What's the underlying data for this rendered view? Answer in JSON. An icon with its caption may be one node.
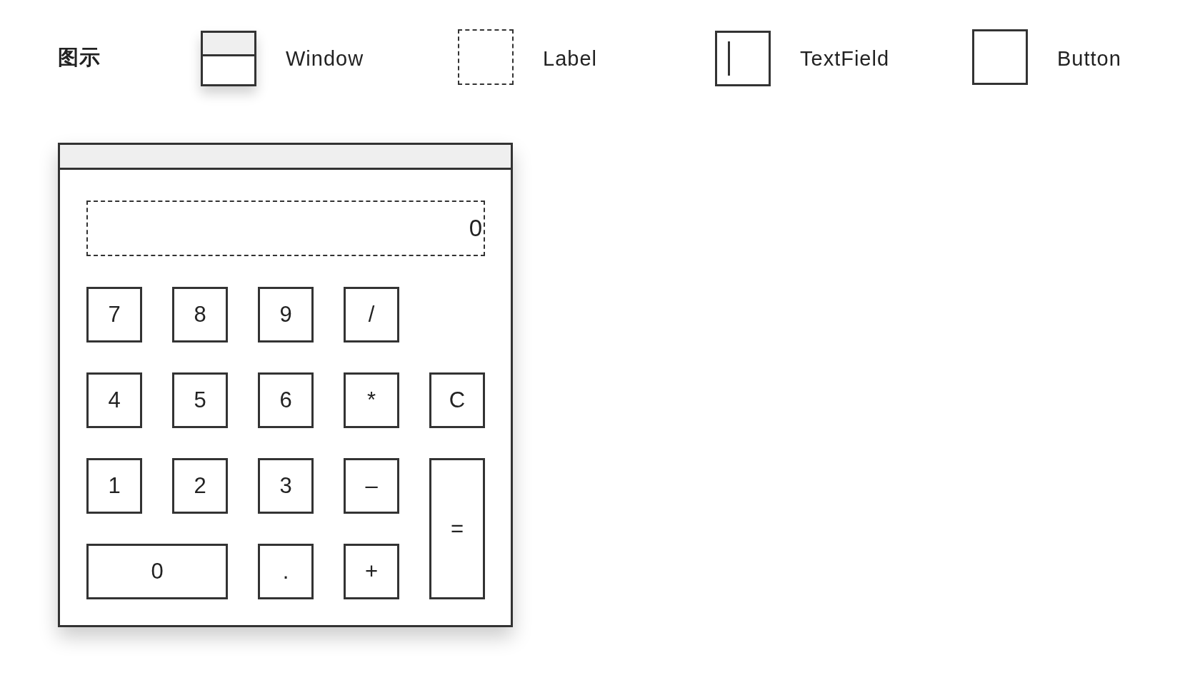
{
  "diagram": {
    "title": "图示",
    "nodes": [
      {
        "text": [],
        "shape": "box"
      },
      {
        "text": [
          "0"
        ],
        "in": 0
      },
      {
        "text": [
          "7"
        ],
        "in": 0
      },
      {
        "text": [
          "8"
        ],
        "in": 0
      },
      {
        "text": [
          "9"
        ],
        "in": 0
      },
      {
        "text": [
          "/"
        ],
        "in": 0
      },
      {
        "text": [
          "4"
        ],
        "in": 0
      },
      {
        "text": [
          "5"
        ],
        "in": 0
      },
      {
        "text": [
          "6"
        ],
        "in": 0
      },
      {
        "text": [
          "*"
        ],
        "in": 0
      },
      {
        "text": [
          "C"
        ],
        "in": 0
      },
      {
        "text": [
          "1"
        ],
        "in": 0
      },
      {
        "text": [
          "2"
        ],
        "in": 0
      },
      {
        "text": [
          "3"
        ],
        "in": 0
      },
      {
        "text": [
          "–"
        ],
        "in": 0
      },
      {
        "text": [
          "="
        ],
        "in": 0
      },
      {
        "text": [
          "0"
        ],
        "in": 0
      },
      {
        "text": [
          "."
        ],
        "in": 0
      },
      {
        "text": [
          "+"
        ],
        "in": 0
      }
    ],
    "legend": [
      {
        "text": "Window"
      },
      {
        "text": "Label"
      },
      {
        "text": "TextField"
      },
      {
        "text": "Button"
      }
    ]
  }
}
